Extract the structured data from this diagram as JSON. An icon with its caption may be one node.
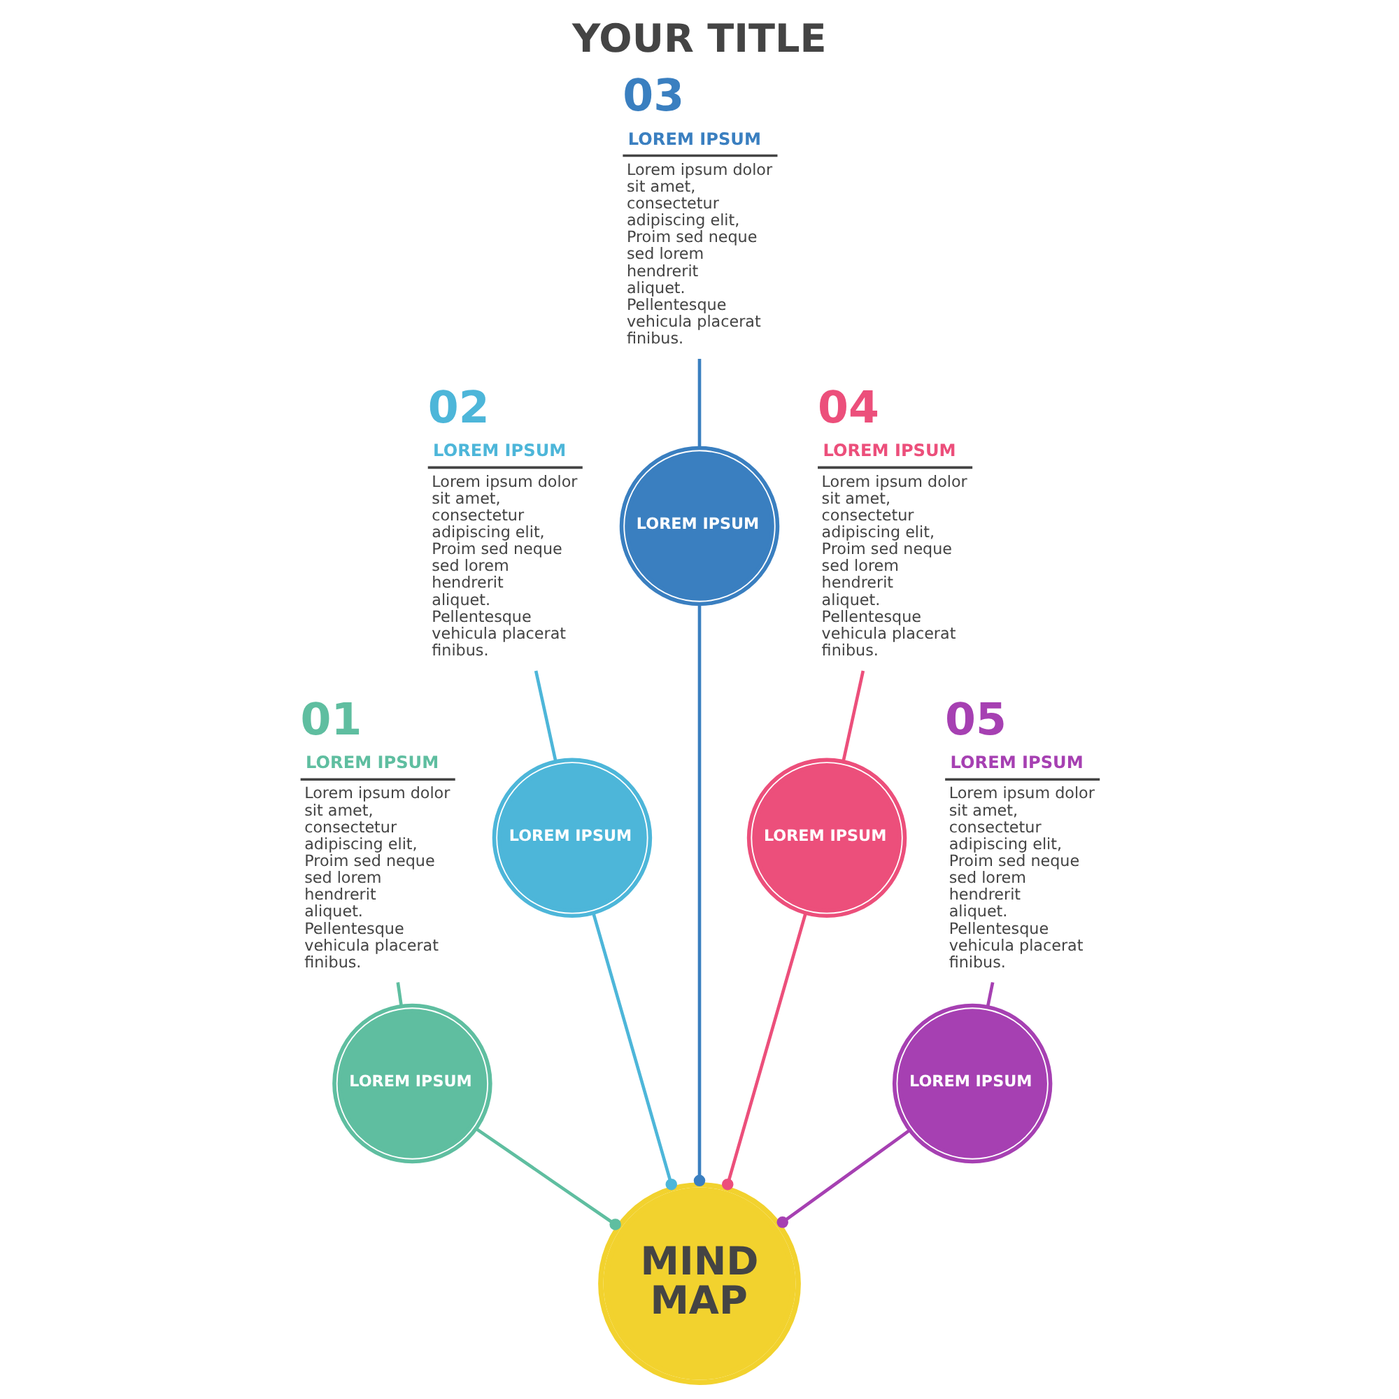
{
  "diagram": {
    "title": "YOUR TITLE",
    "nodes": [
      {
        "text": [
          "MIND MAP"
        ]
      },
      {
        "text": [
          "01",
          "LOREM IPSUM",
          "Lorem ipsum dolor sit amet, consectetur adipiscing elit, Proim sed neque sed lorem hendrerit aliquet. Pellentesque vehicula placerat finibus."
        ]
      },
      {
        "text": [
          "LOREM IPSUM"
        ]
      },
      {
        "text": [
          "02",
          "LOREM IPSUM",
          "Lorem ipsum dolor sit amet, consectetur adipiscing elit, Proim sed neque sed lorem hendrerit aliquet. Pellentesque vehicula placerat finibus."
        ]
      },
      {
        "text": [
          "LOREM IPSUM"
        ]
      },
      {
        "text": [
          "03",
          "LOREM IPSUM",
          "Lorem ipsum dolor sit amet, consectetur adipiscing elit, Proim sed neque sed lorem hendrerit aliquet. Pellentesque vehicula placerat finibus."
        ]
      },
      {
        "text": [
          "LOREM IPSUM"
        ]
      },
      {
        "text": [
          "04",
          "LOREM IPSUM",
          "Lorem ipsum dolor sit amet, consectetur adipiscing elit, Proim sed neque sed lorem hendrerit aliquet. Pellentesque vehicula placerat finibus."
        ]
      },
      {
        "text": [
          "LOREM IPSUM"
        ]
      },
      {
        "text": [
          "05",
          "LOREM IPSUM",
          "Lorem ipsum dolor sit amet, consectetur adipiscing elit, Proim sed neque sed lorem hendrerit aliquet. Pellentesque vehicula placerat finibus."
        ]
      },
      {
        "text": [
          "LOREM IPSUM"
        ]
      }
    ],
    "edges": [
      {
        "from": 0,
        "to": 2,
        "arrow": "other",
        "color": "#5fbea0"
      },
      {
        "from": 2,
        "to": 1,
        "arrow": "none",
        "color": "#5fbea0"
      },
      {
        "from": 0,
        "to": 4,
        "arrow": "other",
        "color": "#4db6d9"
      },
      {
        "from": 4,
        "to": 3,
        "arrow": "none",
        "color": "#4db6d9"
      },
      {
        "from": 0,
        "to": 6,
        "arrow": "other",
        "color": "#3a7fc0"
      },
      {
        "from": 6,
        "to": 5,
        "arrow": "none",
        "color": "#3a7fc0"
      },
      {
        "from": 0,
        "to": 8,
        "arrow": "other",
        "color": "#ec4f7b"
      },
      {
        "from": 8,
        "to": 7,
        "arrow": "none",
        "color": "#ec4f7b"
      },
      {
        "from": 0,
        "to": 10,
        "arrow": "other",
        "color": "#a640b2"
      },
      {
        "from": 10,
        "to": 9,
        "arrow": "none",
        "color": "#a640b2"
      }
    ]
  }
}
